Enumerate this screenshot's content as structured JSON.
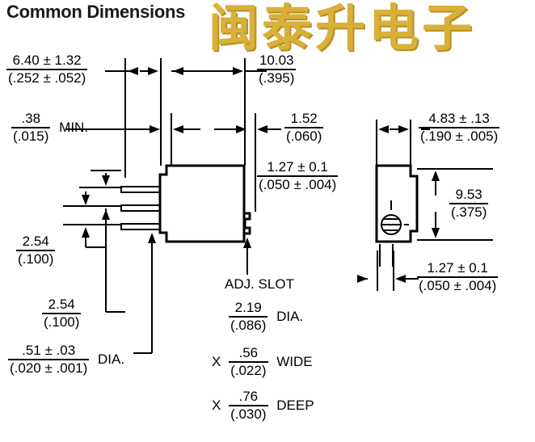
{
  "title": "Common Dimensions",
  "watermark": "闽泰升电子",
  "colors": {
    "ink": "#000000",
    "title_ink": "#1a1a1a",
    "watermark": "#d9b03a",
    "background": "#ffffff"
  },
  "dimensions": {
    "overall_width": {
      "metric": "6.40 ± 1.32",
      "imperial": "(.252 ± .052)"
    },
    "overall_length": {
      "metric": "10.03",
      "imperial": "(.395)"
    },
    "lead_length_min": {
      "metric": ".38",
      "imperial": "(.015)",
      "note": "MIN."
    },
    "body_offset": {
      "metric": "1.52",
      "imperial": "(.060)"
    },
    "lead_thickness_front": {
      "metric": "1.27 ± 0.1",
      "imperial": "(.050 ± .004)"
    },
    "pin_pitch_upper": {
      "metric": "2.54",
      "imperial": "(.100)"
    },
    "pin_pitch_lower": {
      "metric": "2.54",
      "imperial": "(.100)"
    },
    "lead_diameter": {
      "metric": ".51 ± .03",
      "imperial": "(.020 ± .001)",
      "note": "DIA."
    },
    "side_width": {
      "metric": "4.83 ± .13",
      "imperial": "(.190 ± .005)"
    },
    "side_height": {
      "metric": "9.53",
      "imperial": "(.375)"
    },
    "side_lead_thickness": {
      "metric": "1.27 ± 0.1",
      "imperial": "(.050 ± .004)"
    }
  },
  "adj_slot": {
    "label": "ADJ. SLOT",
    "diameter": {
      "metric": "2.19",
      "imperial": "(.086)",
      "note": "DIA."
    },
    "width": {
      "prefix": "X",
      "metric": ".56",
      "imperial": "(.022)",
      "note": "WIDE"
    },
    "depth": {
      "prefix": "X",
      "metric": ".76",
      "imperial": "(.030)",
      "note": "DEEP"
    }
  },
  "notes": {
    "min": "MIN.",
    "dia": "DIA.",
    "wide": "WIDE",
    "deep": "DEEP",
    "x": "X"
  },
  "views": {
    "front": "front-view-trimmer-potentiometer",
    "side": "side-view-trimmer-potentiometer"
  }
}
